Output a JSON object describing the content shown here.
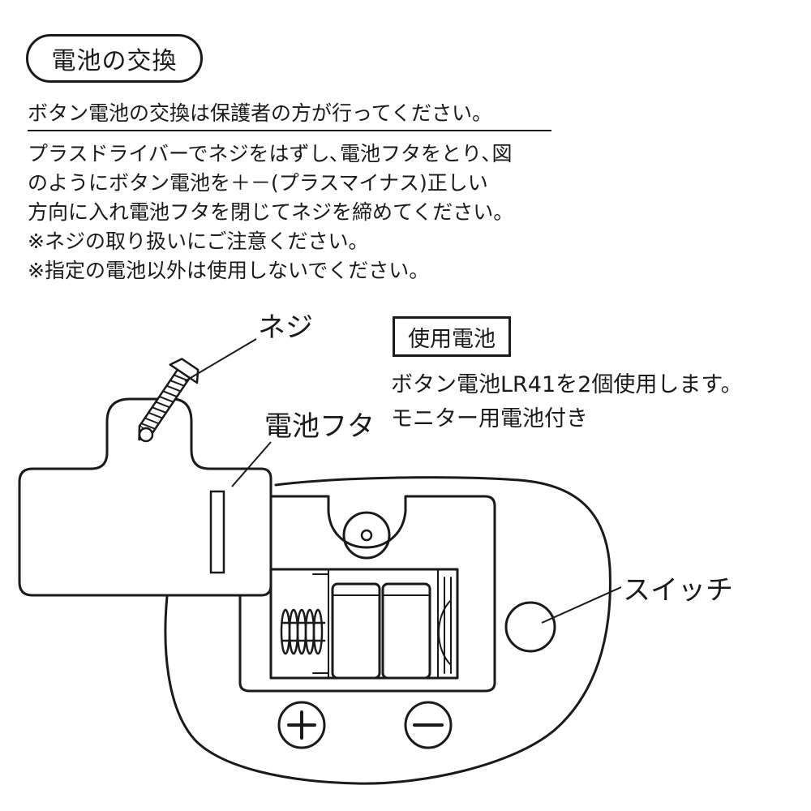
{
  "title": "電池の交換",
  "note": "ボタン電池の交換は保護者の方が行ってください。",
  "instructions": {
    "lines": [
      "プラスドライバーでネジをはずし､電池フタをとり､図",
      "のようにボタン電池を＋－(プラスマイナス)正しい",
      "方向に入れ電池フタを閉じてネジを締めてください。",
      "※ネジの取り扱いにご注意ください。",
      "※指定の電池以外は使用しないでください。"
    ]
  },
  "battery_info": {
    "heading": "使用電池",
    "line1": "ボタン電池LR41を2個使用します。",
    "line2": "モニター用電池付き"
  },
  "diagram": {
    "screw_label": "ネジ",
    "cover_label": "電池フタ",
    "switch_label": "スイッチ",
    "plus_symbol": "+",
    "minus_symbol": "−"
  }
}
